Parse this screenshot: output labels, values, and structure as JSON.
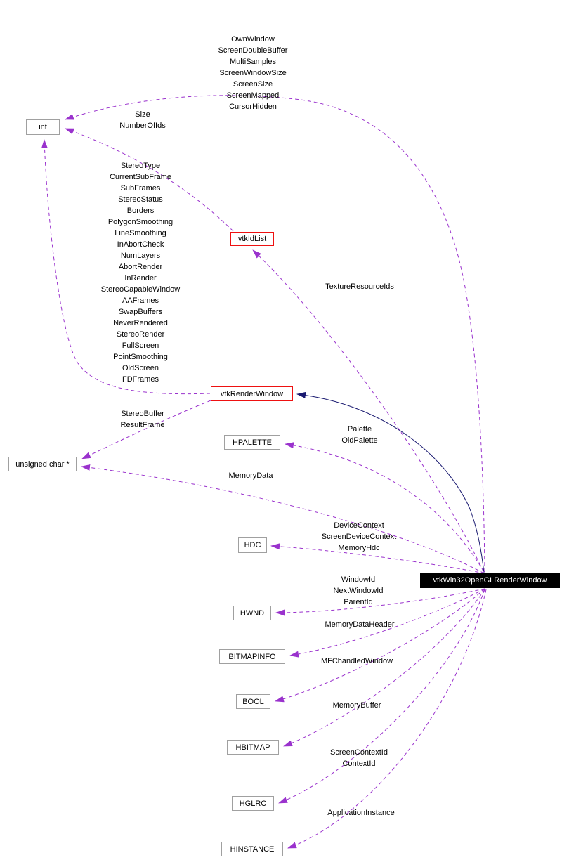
{
  "colors": {
    "usage_edge": "#9a32cd",
    "inheritance_edge": "#191970",
    "documented_node_border": "#ee1111",
    "plain_node_border": "#a0a0a0",
    "main_node_bg": "#000000",
    "main_node_text": "#ffffff"
  },
  "nodes": {
    "int": {
      "label": "int"
    },
    "vtkIdList": {
      "label": "vtkIdList"
    },
    "vtkRenderWindow": {
      "label": "vtkRenderWindow"
    },
    "HPALETTE": {
      "label": "HPALETTE"
    },
    "unsigned_char_ptr": {
      "label": "unsigned char *"
    },
    "HDC": {
      "label": "HDC"
    },
    "main": {
      "label": "vtkWin32OpenGLRenderWindow"
    },
    "HWND": {
      "label": "HWND"
    },
    "BITMAPINFO": {
      "label": "BITMAPINFO"
    },
    "BOOL": {
      "label": "BOOL"
    },
    "HBITMAP": {
      "label": "HBITMAP"
    },
    "HGLRC": {
      "label": "HGLRC"
    },
    "HINSTANCE": {
      "label": "HINSTANCE"
    }
  },
  "edge_labels": {
    "main_to_int": [
      "OwnWindow",
      "ScreenDoubleBuffer",
      "MultiSamples",
      "ScreenWindowSize",
      "ScreenSize",
      "ScreenMapped",
      "CursorHidden"
    ],
    "idlist_to_int": [
      "Size",
      "NumberOfIds"
    ],
    "renderwindow_to_int": [
      "StereoType",
      "CurrentSubFrame",
      "SubFrames",
      "StereoStatus",
      "Borders",
      "PolygonSmoothing",
      "LineSmoothing",
      "InAbortCheck",
      "NumLayers",
      "AbortRender",
      "InRender",
      "StereoCapableWindow",
      "AAFrames",
      "SwapBuffers",
      "NeverRendered",
      "StereoRender",
      "FullScreen",
      "PointSmoothing",
      "OldScreen",
      "FDFrames"
    ],
    "main_to_idlist": [
      "TextureResourceIds"
    ],
    "renderwindow_to_uchar": [
      "StereoBuffer",
      "ResultFrame"
    ],
    "main_to_hpalette": [
      "Palette",
      "OldPalette"
    ],
    "main_to_uchar": [
      "MemoryData"
    ],
    "main_to_hdc": [
      "DeviceContext",
      "ScreenDeviceContext",
      "MemoryHdc"
    ],
    "main_to_hwnd": [
      "WindowId",
      "NextWindowId",
      "ParentId"
    ],
    "main_to_bitmapinfo": [
      "MemoryDataHeader"
    ],
    "main_to_bool": [
      "MFChandledWindow"
    ],
    "main_to_hbitmap": [
      "MemoryBuffer"
    ],
    "main_to_hglrc": [
      "ScreenContextId",
      "ContextId"
    ],
    "main_to_hinstance": [
      "ApplicationInstance"
    ]
  },
  "edges": [
    {
      "from": "main",
      "to": "vtkRenderWindow",
      "relation": "inherits",
      "label_key": null
    },
    {
      "from": "main",
      "to": "int",
      "relation": "uses",
      "label_key": "main_to_int"
    },
    {
      "from": "vtkIdList",
      "to": "int",
      "relation": "uses",
      "label_key": "idlist_to_int"
    },
    {
      "from": "vtkRenderWindow",
      "to": "int",
      "relation": "uses",
      "label_key": "renderwindow_to_int"
    },
    {
      "from": "main",
      "to": "vtkIdList",
      "relation": "uses",
      "label_key": "main_to_idlist"
    },
    {
      "from": "vtkRenderWindow",
      "to": "unsigned_char_ptr",
      "relation": "uses",
      "label_key": "renderwindow_to_uchar"
    },
    {
      "from": "main",
      "to": "HPALETTE",
      "relation": "uses",
      "label_key": "main_to_hpalette"
    },
    {
      "from": "main",
      "to": "unsigned_char_ptr",
      "relation": "uses",
      "label_key": "main_to_uchar"
    },
    {
      "from": "main",
      "to": "HDC",
      "relation": "uses",
      "label_key": "main_to_hdc"
    },
    {
      "from": "main",
      "to": "HWND",
      "relation": "uses",
      "label_key": "main_to_hwnd"
    },
    {
      "from": "main",
      "to": "BITMAPINFO",
      "relation": "uses",
      "label_key": "main_to_bitmapinfo"
    },
    {
      "from": "main",
      "to": "BOOL",
      "relation": "uses",
      "label_key": "main_to_bool"
    },
    {
      "from": "main",
      "to": "HBITMAP",
      "relation": "uses",
      "label_key": "main_to_hbitmap"
    },
    {
      "from": "main",
      "to": "HGLRC",
      "relation": "uses",
      "label_key": "main_to_hglrc"
    },
    {
      "from": "main",
      "to": "HINSTANCE",
      "relation": "uses",
      "label_key": "main_to_hinstance"
    }
  ]
}
